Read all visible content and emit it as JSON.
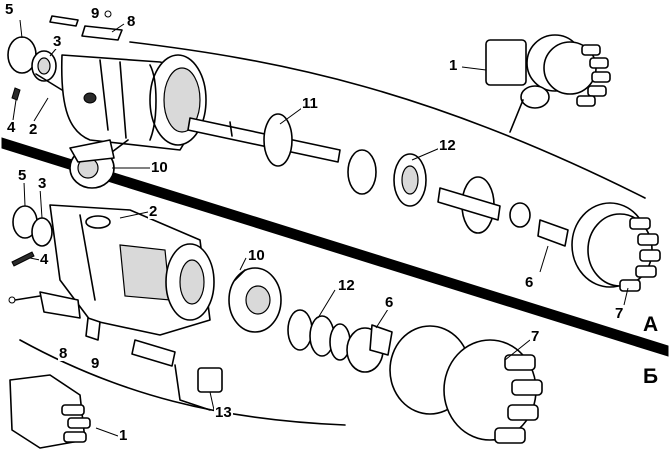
{
  "diagram": {
    "section_labels": {
      "a": "А",
      "b": "Б"
    },
    "callouts_a": {
      "l1": "1",
      "l2": "2",
      "l3": "3",
      "l4": "4",
      "l5": "5",
      "l8": "8",
      "l9": "9",
      "l10": "10",
      "l11": "11",
      "l12": "12"
    },
    "callouts_b": {
      "l1": "1",
      "l2": "2",
      "l3": "3",
      "l4": "4",
      "l5": "5",
      "l6": "6",
      "l7": "7",
      "l8": "8",
      "l9": "9",
      "l10": "10",
      "l12": "12",
      "l13": "13"
    },
    "callouts_shared": {
      "l6": "6",
      "l7": "7"
    }
  }
}
